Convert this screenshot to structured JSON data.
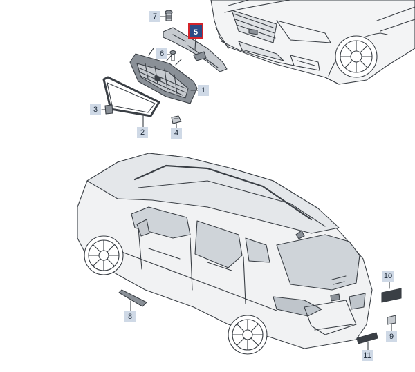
{
  "colors": {
    "line": "#3a3f45",
    "part_fill": "#8a9097",
    "part_fill_light": "#c6cacf",
    "callout_bg": "#cfd9e6",
    "callout_text": "#1e2a38",
    "highlight_bg": "#2b4a86",
    "highlight_border": "#d4232a"
  },
  "callouts": [
    {
      "number": "1",
      "part": "radiator-grille"
    },
    {
      "number": "2",
      "part": "grille-frame"
    },
    {
      "number": "3",
      "part": "clip"
    },
    {
      "number": "4",
      "part": "retainer"
    },
    {
      "number": "5",
      "part": "grille-support-bracket",
      "highlighted": true
    },
    {
      "number": "6",
      "part": "screw"
    },
    {
      "number": "7",
      "part": "expanding-rivet"
    },
    {
      "number": "8",
      "part": "side-moulding"
    },
    {
      "number": "9",
      "part": "badge-small"
    },
    {
      "number": "10",
      "part": "tdi-badge"
    },
    {
      "number": "11",
      "part": "model-lettering"
    }
  ]
}
